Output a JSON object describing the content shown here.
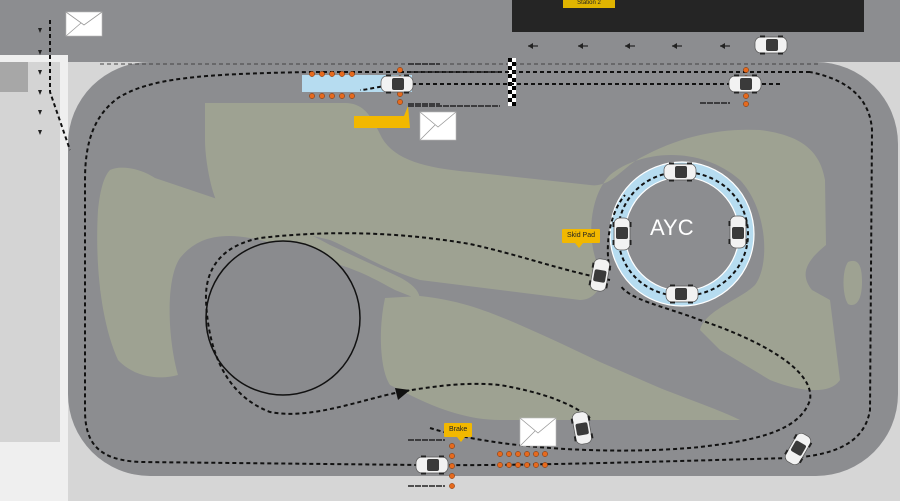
{
  "map": {
    "station_label": "Station 2",
    "zone_labels": {
      "circle_zone": "AYC"
    },
    "callouts": {
      "skid_pad": "Skid Pad",
      "brake": "Brake"
    },
    "colors": {
      "asphalt": "#8c8d90",
      "infield": "#9ea292",
      "water_zone": "#b6dcf0",
      "cone": "#e56a1e",
      "callout": "#f2b800",
      "route": "#111111"
    },
    "icons": [
      "envelope-icon",
      "car-icon",
      "direction-arrow-icon",
      "checkered-flag-icon",
      "cone-icon"
    ]
  }
}
